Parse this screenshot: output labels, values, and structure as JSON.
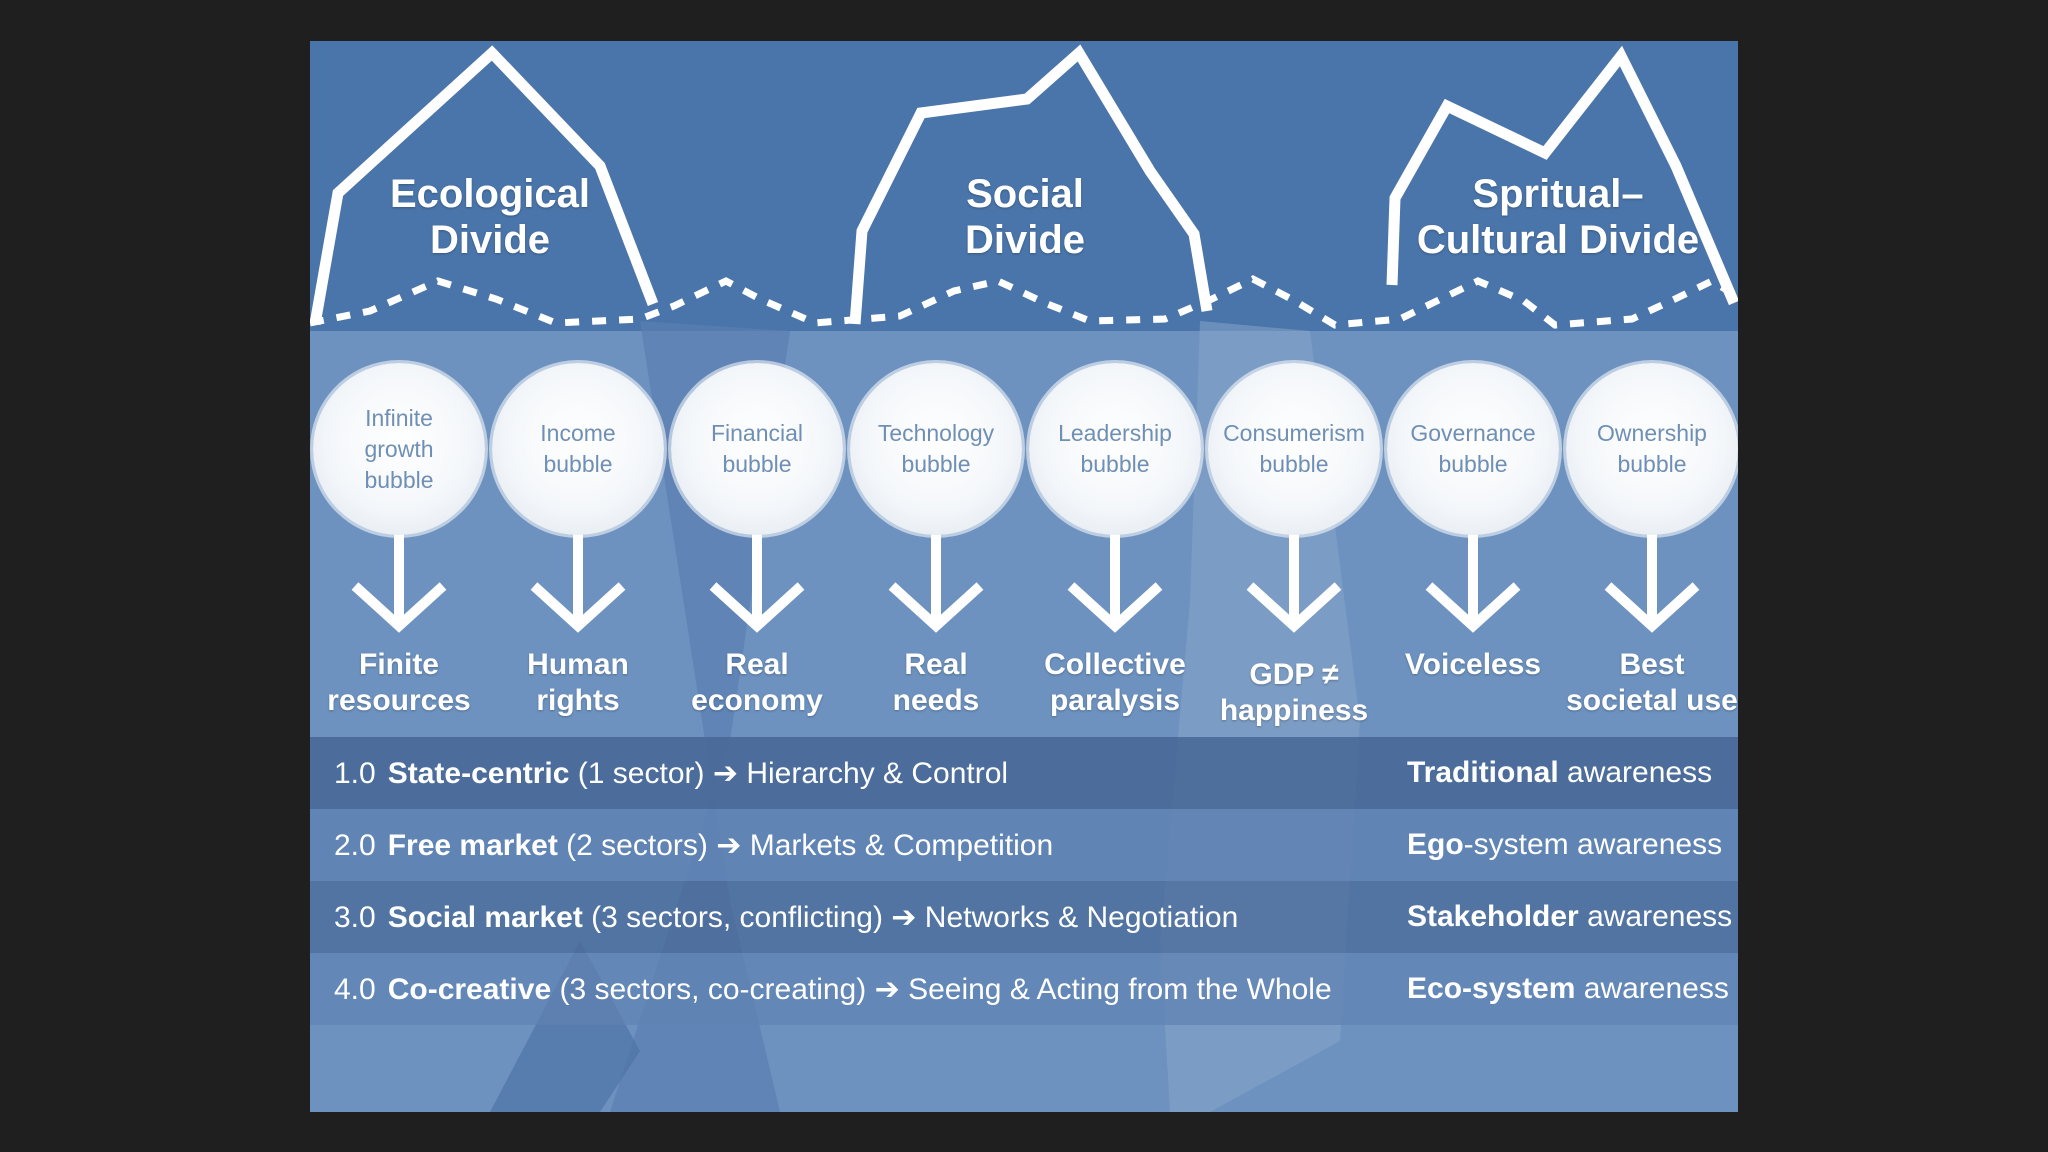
{
  "colors": {
    "frame": "#1f1f1f",
    "sky": "#4a75aa",
    "water": "#6d92bf",
    "row_dark": "#4a6a98",
    "row_light": "#5f82b3",
    "bubble_text": "#6f8fb4",
    "white": "#ffffff"
  },
  "divides": [
    {
      "title": "Ecological\nDivide"
    },
    {
      "title": "Social\nDivide"
    },
    {
      "title": "Spritual–\nCultural Divide"
    }
  ],
  "bubbles": [
    {
      "label": "Infinite\ngrowth\nbubble",
      "outcome": "Finite\nresources"
    },
    {
      "label": "Income\nbubble",
      "outcome": "Human\nrights"
    },
    {
      "label": "Financial\nbubble",
      "outcome": "Real\neconomy"
    },
    {
      "label": "Technology\nbubble",
      "outcome": "Real\nneeds"
    },
    {
      "label": "Leadership\nbubble",
      "outcome": "Collective\nparalysis"
    },
    {
      "label": "Consumerism\nbubble",
      "outcome": "GDP ≠\nhappiness"
    },
    {
      "label": "Governance\nbubble",
      "outcome": "Voiceless"
    },
    {
      "label": "Ownership\nbubble",
      "outcome": "Best\nsocietal use"
    }
  ],
  "rows": [
    {
      "num": "1.0",
      "name": "State-centric",
      "detail": "(1 sector)",
      "arrow": "➔",
      "mode": "Hierarchy & Control",
      "aw_bold": "Traditional",
      "aw_rest": " awareness"
    },
    {
      "num": "2.0",
      "name": "Free market",
      "detail": "(2 sectors)",
      "arrow": "➔",
      "mode": "Markets & Competition",
      "aw_bold": "Ego",
      "aw_rest": "-system awareness"
    },
    {
      "num": "3.0",
      "name": "Social market",
      "detail": "(3 sectors, conflicting)",
      "arrow": "➔",
      "mode": "Networks & Negotiation",
      "aw_bold": "Stakeholder",
      "aw_rest": " awareness"
    },
    {
      "num": "4.0",
      "name": "Co-creative",
      "detail": "(3 sectors, co-creating)",
      "arrow": "➔",
      "mode": "Seeing & Acting from the Whole",
      "aw_bold": "Eco-system",
      "aw_rest": " awareness"
    }
  ]
}
